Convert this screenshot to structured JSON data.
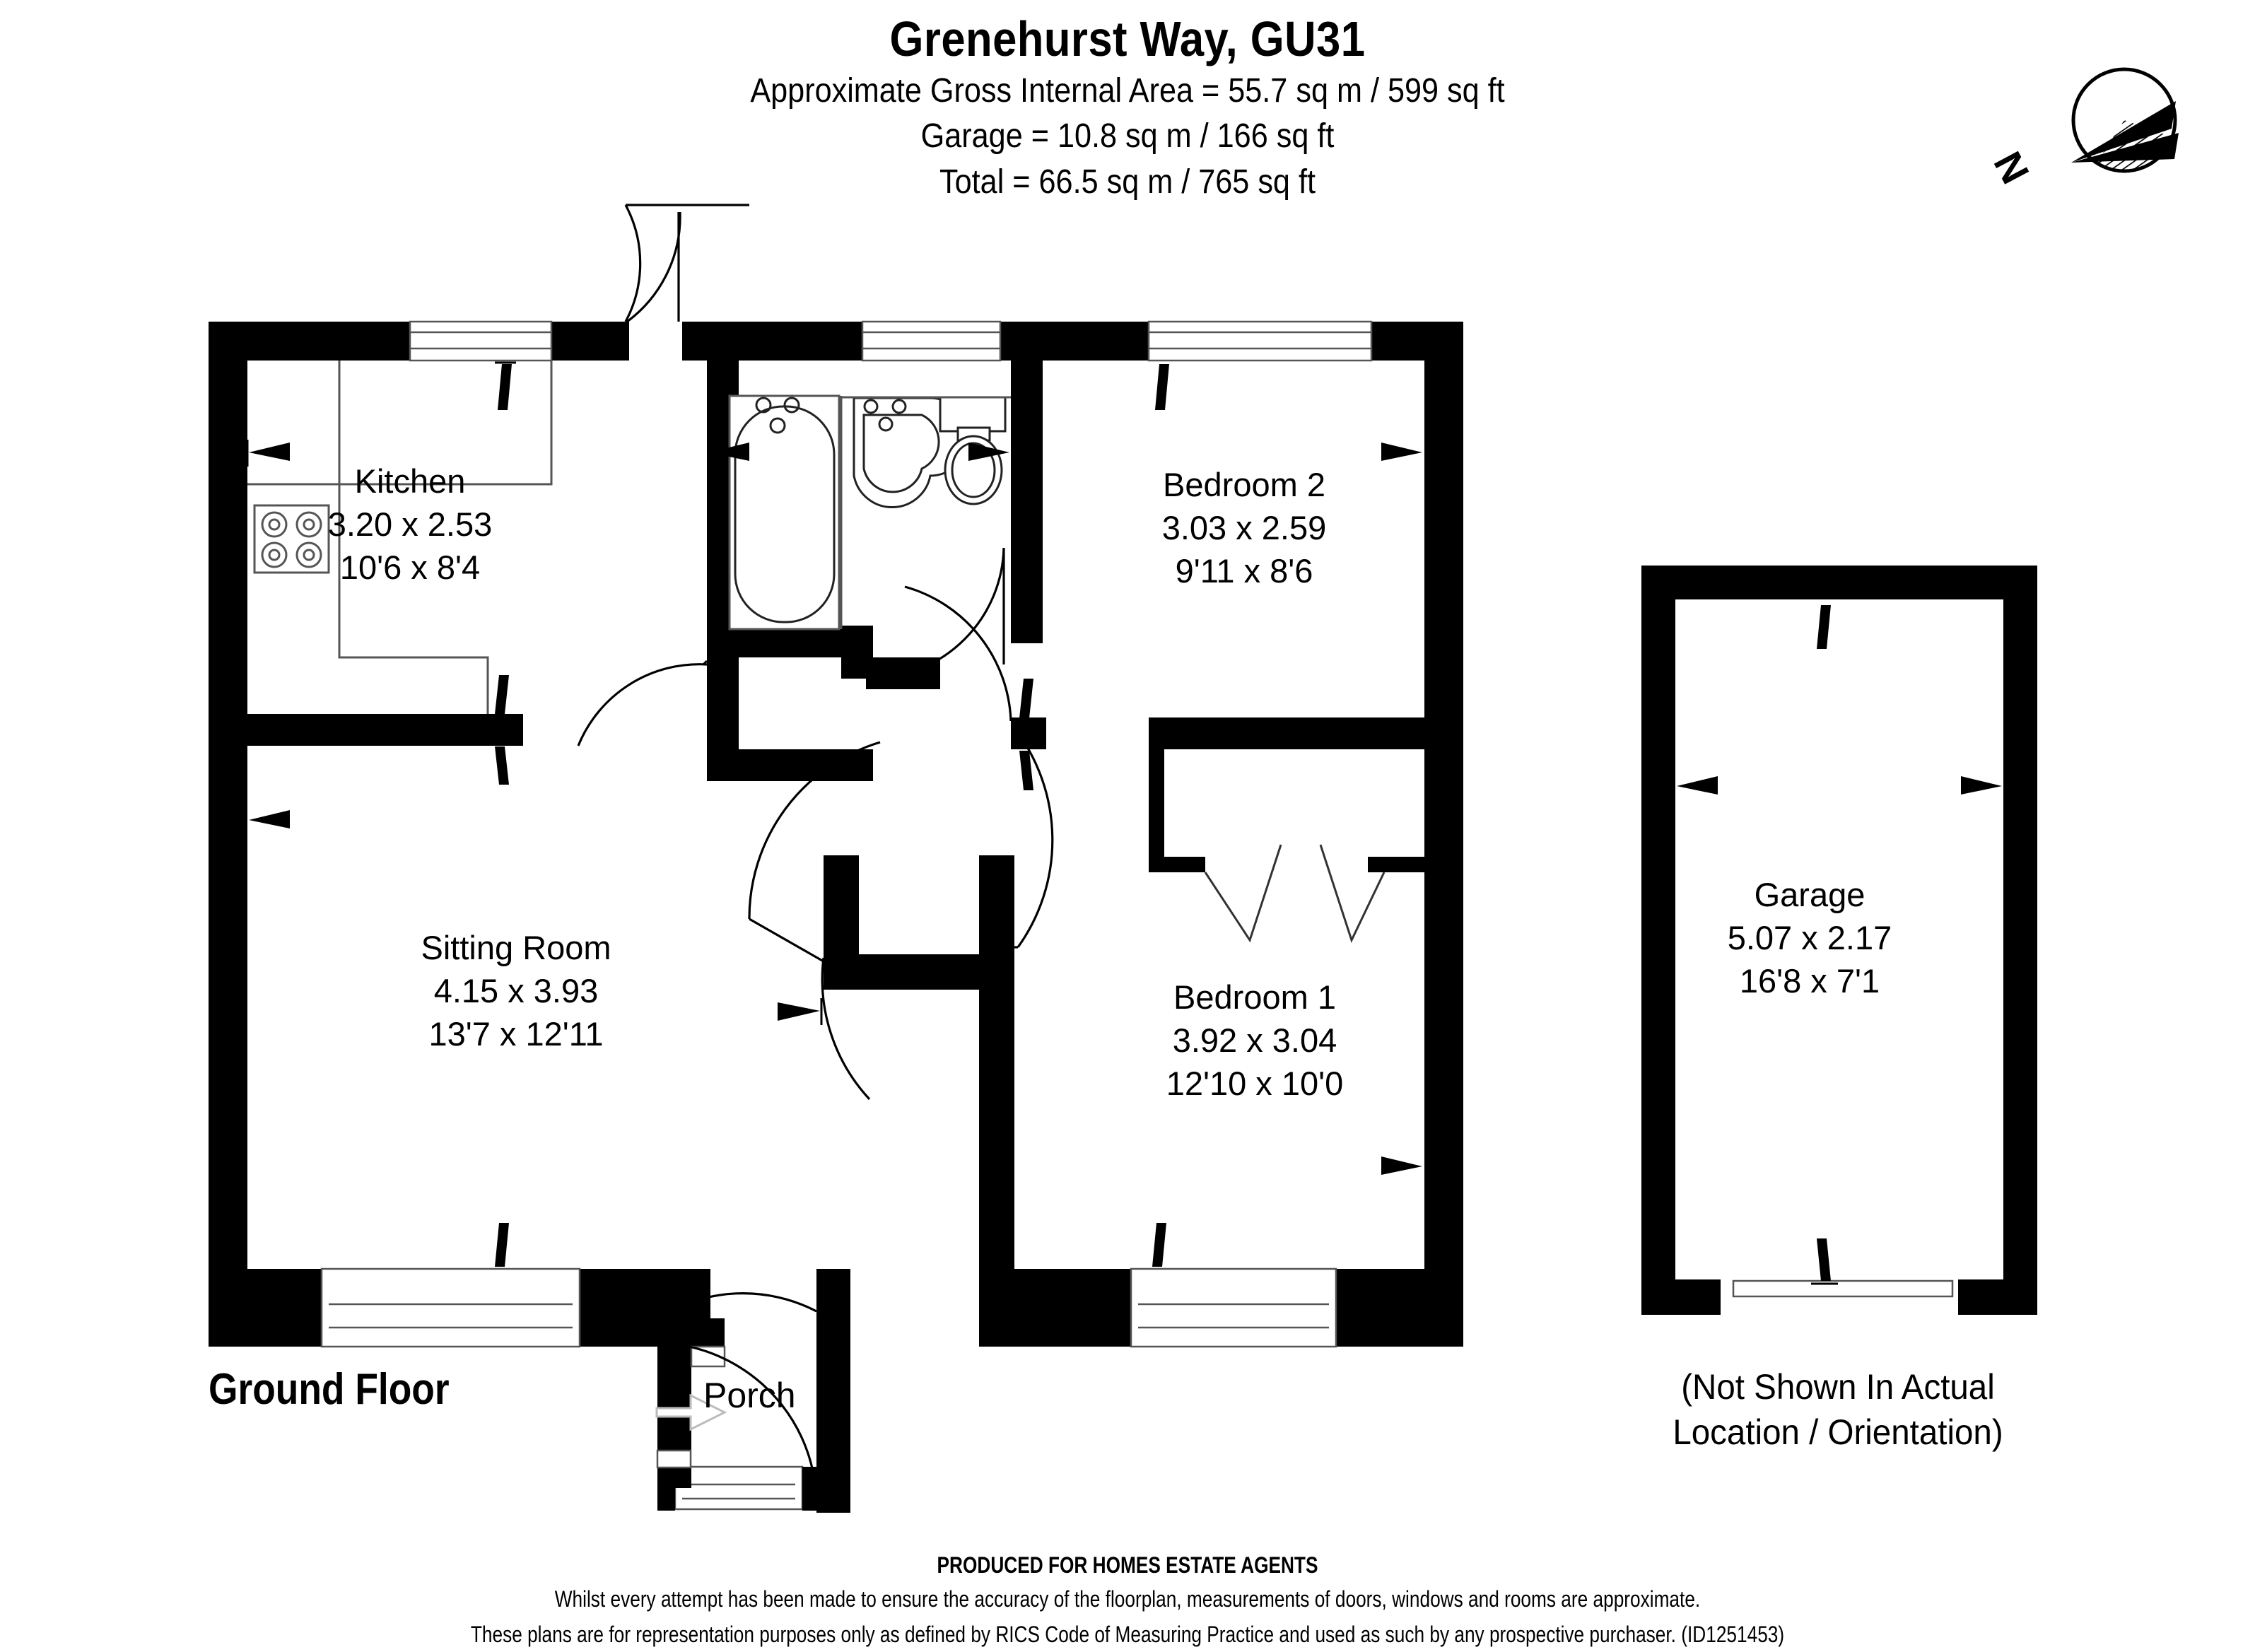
{
  "header": {
    "title": "Grenehurst Way, GU31",
    "area_line": "Approximate Gross Internal Area = 55.7 sq m / 599 sq ft",
    "garage_line": "Garage = 10.8 sq m / 166 sq ft",
    "total_line": "Total = 66.5 sq m / 765 sq ft"
  },
  "compass": {
    "north_label": "N"
  },
  "rooms": [
    {
      "key": "kitchen",
      "name": "Kitchen",
      "metric": "3.20 x 2.53",
      "imperial": "10'6 x 8'4"
    },
    {
      "key": "bedroom2",
      "name": "Bedroom 2",
      "metric": "3.03 x 2.59",
      "imperial": "9'11 x 8'6"
    },
    {
      "key": "sitting_room",
      "name": "Sitting Room",
      "metric": "4.15 x 3.93",
      "imperial": "13'7 x 12'11"
    },
    {
      "key": "bedroom1",
      "name": "Bedroom 1",
      "metric": "3.92 x 3.04",
      "imperial": "12'10 x 10'0"
    },
    {
      "key": "garage",
      "name": "Garage",
      "metric": "5.07 x 2.17",
      "imperial": "16'8 x 7'1"
    }
  ],
  "annotations": {
    "floor_label": "Ground Floor",
    "porch_label": "Porch",
    "garage_note_line1": "(Not Shown In Actual",
    "garage_note_line2": "Location / Orientation)"
  },
  "footer": {
    "produced_for": "PRODUCED FOR HOMES ESTATE AGENTS",
    "disclaimer_line1": "Whilst every attempt has been made to ensure the accuracy of the floorplan, measurements of doors, windows and rooms are approximate.",
    "disclaimer_line2": "These plans are for representation purposes only as defined by RICS Code of Measuring Practice and used as such by any prospective purchaser. (ID1251453)"
  },
  "colors": {
    "wall": "#000000",
    "background": "#ffffff",
    "fixture_stroke": "#1a1a1a"
  }
}
